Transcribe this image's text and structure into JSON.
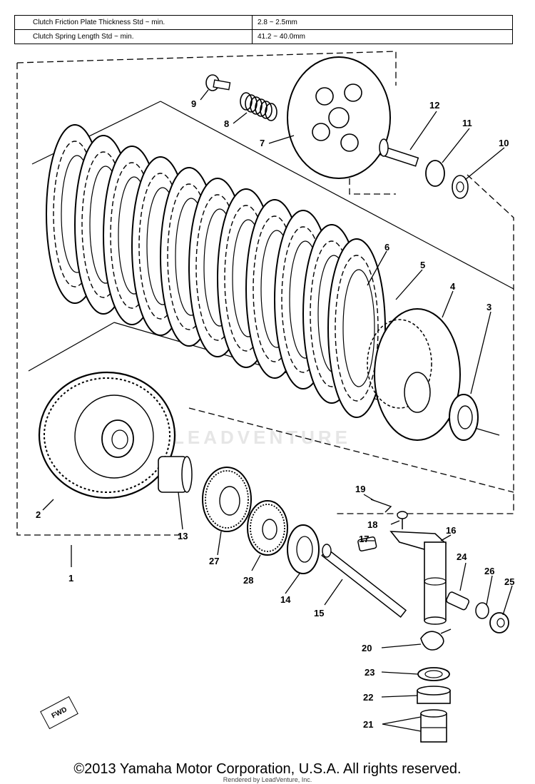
{
  "specs": [
    {
      "label": "Clutch Friction Plate Thickness Std ~ min.",
      "value": "2.8 ~ 2.5mm"
    },
    {
      "label": "Clutch Spring Length Std ~ min.",
      "value": "41.2 ~ 40.0mm"
    }
  ],
  "callouts": {
    "c1": "1",
    "c2": "2",
    "c3": "3",
    "c4": "4",
    "c5": "5",
    "c6": "6",
    "c7": "7",
    "c8": "8",
    "c9": "9",
    "c10": "10",
    "c11": "11",
    "c12": "12",
    "c13": "13",
    "c14": "14",
    "c15": "15",
    "c16": "16",
    "c17": "17",
    "c18": "18",
    "c19": "19",
    "c20": "20",
    "c21": "21",
    "c22": "22",
    "c23": "23",
    "c24": "24",
    "c25": "25",
    "c26": "26",
    "c27": "27",
    "c28": "28"
  },
  "fwd_label": "FWD",
  "watermark": "LEADVENTURE",
  "footer": {
    "copyright": "©2013 Yamaha Motor Corporation, U.S.A. All rights reserved.",
    "rendered_by": "Rendered by LeadVenture, Inc."
  }
}
